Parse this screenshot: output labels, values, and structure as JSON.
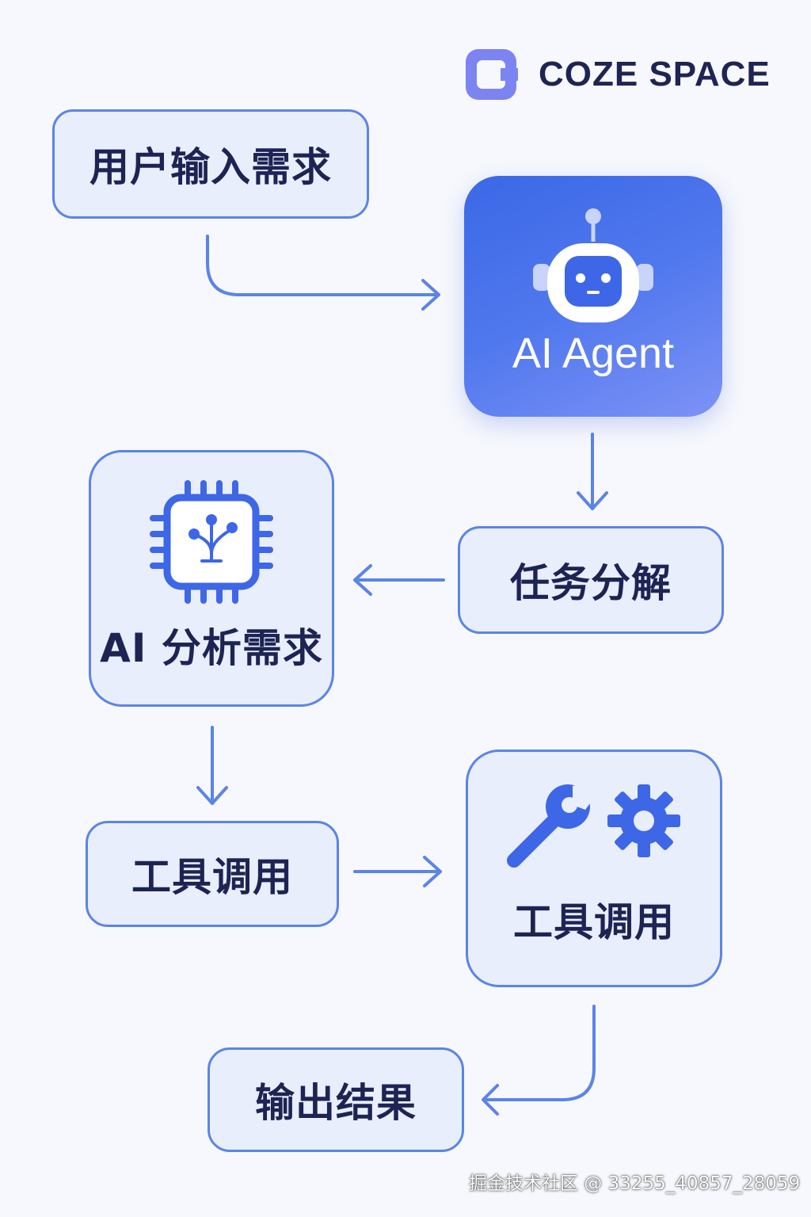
{
  "brand": {
    "name": "COZE SPACE",
    "logo_icon": "coze-logo-icon"
  },
  "nodes": {
    "user_input": "用户输入需求",
    "ai_agent": "AI Agent",
    "task_decompose": "任务分解",
    "ai_analyze": "AI 分析需求",
    "tool_call": "工具调用",
    "tool_use": "工具调用",
    "output": "输出结果"
  },
  "watermark": "掘金技术社区 @ 33255_40857_28059",
  "colors": {
    "accent": "#4a72e8",
    "node_fill": "#e8eefb",
    "node_border": "#5b84e6",
    "text": "#1d2454",
    "agent_gradient_start": "#3b68e6",
    "agent_gradient_end": "#7d92f6"
  },
  "icons": [
    "robot-icon",
    "ai-chip-icon",
    "wrench-icon",
    "gear-icon"
  ]
}
